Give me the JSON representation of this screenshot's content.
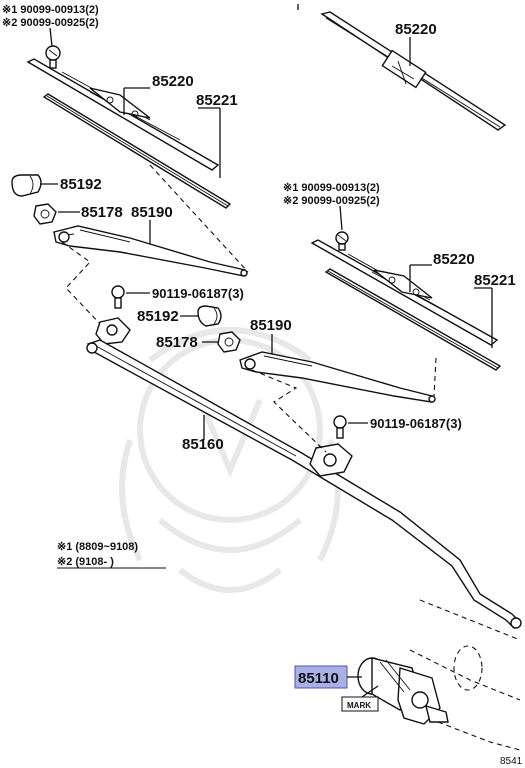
{
  "notes": {
    "top_left_1": "※1 90099-00913(2)",
    "top_left_2": "※2 90099-00925(2)",
    "mid_right_1": "※1 90099-00913(2)",
    "mid_right_2": "※2 90099-00925(2)",
    "legend_1": "※1 (8809~9108)",
    "legend_2": "※2 (9108-      )"
  },
  "parts": {
    "blade_top_right": "85220",
    "blade_left": "85220",
    "refill_left": "85221",
    "cap_left": "85192",
    "nut_left": "85178",
    "arm_left": "85190",
    "bolt_left": "90119-06187(3)",
    "cap_mid": "85192",
    "nut_mid": "85178",
    "arm_right": "85190",
    "blade_right": "85220",
    "refill_right": "85221",
    "bolt_right": "90119-06187(3)",
    "link": "85160",
    "motor": "85110",
    "mark": "MARK",
    "corner_code": "8541"
  },
  "colors": {
    "highlight": "#aab0e6",
    "ink": "#111111",
    "watermark": "#e6e6e6"
  }
}
